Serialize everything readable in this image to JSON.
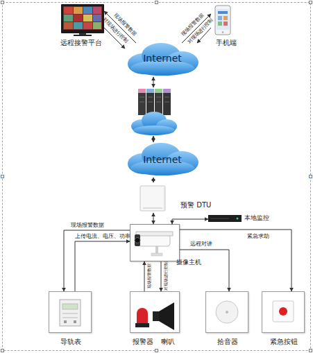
{
  "diagram": {
    "nodes": [
      {
        "text": [
          "远程接警平台"
        ]
      },
      {
        "text": [
          "手机端"
        ]
      },
      {
        "text": [
          "Internet"
        ]
      },
      {
        "text": [
          "Internet"
        ]
      },
      {
        "text": [
          "预警 DTU"
        ]
      },
      {
        "text": [
          "本地监控"
        ]
      },
      {
        "text": [
          "摄像主机"
        ]
      },
      {
        "text": [
          "导轨表"
        ]
      },
      {
        "text": [
          "报警器",
          "喇叭"
        ]
      },
      {
        "text": [
          "拾音器"
        ]
      },
      {
        "text": [
          "紧急按钮"
        ]
      }
    ],
    "edges": [
      {
        "from": 2,
        "to": 0,
        "label": "现场报警数据",
        "arrow": "to"
      },
      {
        "from": 0,
        "to": 2,
        "label": "对现场进行控制",
        "arrow": "to"
      },
      {
        "from": 2,
        "to": 1,
        "label": "现场报警数据",
        "arrow": "to"
      },
      {
        "from": 1,
        "to": 2,
        "label": "对现场进行控制",
        "arrow": "to"
      },
      {
        "from": 3,
        "to": 4,
        "arrow": "both"
      },
      {
        "from": 4,
        "to": 6,
        "arrow": "both"
      },
      {
        "from": 6,
        "to": 5,
        "arrow": "both"
      },
      {
        "from": 6,
        "to": 7,
        "label": "现场报警数据",
        "arrow": "to"
      },
      {
        "from": 7,
        "to": 6,
        "label": "上传电流、电压、功率",
        "arrow": "to"
      },
      {
        "from": 8,
        "to": 6,
        "label": "现场报警数据",
        "arrow": "to"
      },
      {
        "from": 6,
        "to": 8,
        "label": "对现场进行控制",
        "arrow": "to"
      },
      {
        "from": 6,
        "to": 9,
        "label": "远程对讲",
        "arrow": "to"
      },
      {
        "from": 6,
        "to": 10,
        "label": "紧急求助",
        "arrow": "to"
      }
    ]
  }
}
